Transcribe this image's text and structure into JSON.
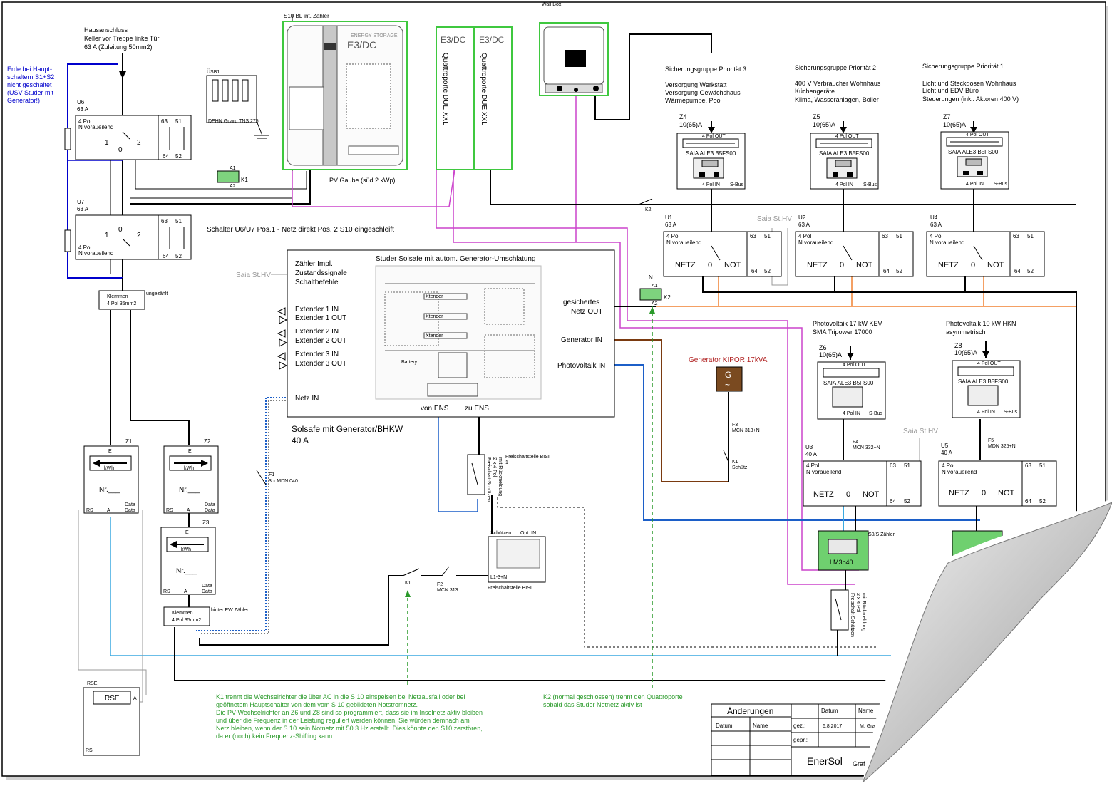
{
  "header": {
    "wallbox": "Wall Box"
  },
  "house_connection": {
    "title": "Hausanschluss",
    "line2": "Keller vor Treppe linke Tür",
    "line3": "63 A (Zuleitung 50mm2)"
  },
  "earth_note": [
    "Erde bei Haupt-",
    "schaltern S1+S2",
    "nicht geschaltet",
    "(USV Studer mit",
    "Generator!)"
  ],
  "usb1": {
    "label": "ÜSB1",
    "caption": "DEHN Guard TNS 275"
  },
  "u6": {
    "name": "U6",
    "rating": "63 A",
    "pole": "4 Pol",
    "n_lead": "N voraueilend",
    "pos": [
      "1",
      "0",
      "2"
    ],
    "contacts": [
      "63",
      "51",
      "64",
      "52"
    ]
  },
  "u7": {
    "name": "U7",
    "rating": "63 A",
    "pole": "4 Pol",
    "n_lead": "N voraueilend",
    "pos": [
      "1",
      "0",
      "2"
    ],
    "contacts": [
      "63",
      "51",
      "64",
      "52"
    ]
  },
  "k1_coil": {
    "label": "K1",
    "a1": "A1",
    "a2": "A2"
  },
  "switch_note": "Schalter U6/U7   Pos.1 - Netz direkt  Pos. 2 S10 eingeschleift",
  "terminal_top": {
    "line1": "Klemmen",
    "line2": "4 Pol 35mm2",
    "side": "ungezählt"
  },
  "s10": {
    "title": "S10 BL int. Zähler",
    "caption": "PV Gaube (süd 2 kWp)",
    "logo": "E3/DC",
    "subtext": "ENERGY STORAGE"
  },
  "quattro": [
    {
      "label": "Quattroporte DUE XXL",
      "logo": "E3/DC"
    },
    {
      "label": "Quattroporte DUE XXL",
      "logo": "E3/DC"
    }
  ],
  "fuse_groups": [
    {
      "title": "Sicherungsgruppe Priorität 3",
      "lines": [
        "Versorgung Werkstatt",
        "Versorgung Gewächshaus",
        "Wärmepumpe, Pool"
      ],
      "z": "Z4",
      "zrating": "10(65)A",
      "meter_out": "4 Pol OUT",
      "meter": "SAIA ALE3 B5FS00",
      "meter_in": "4 Pol IN",
      "sbus": "S-Bus",
      "u": "U1",
      "urating": "63 A"
    },
    {
      "title": "Sicherungsgruppe Priorität 2",
      "lines": [
        "400 V Verbraucher Wohnhaus",
        "Küchengeräte",
        "Klima, Wasseranlagen, Boiler"
      ],
      "z": "Z5",
      "zrating": "10(65)A",
      "meter_out": "4 Pol OUT",
      "meter": "SAIA ALE3 B5FS00",
      "meter_in": "4 Pol IN",
      "sbus": "S-Bus",
      "u": "U2",
      "urating": "63 A"
    },
    {
      "title": "Sicherungsgruppe Priorität 1",
      "lines": [
        "Licht und Steckdosen Wohnhaus",
        "Licht und EDV Büro",
        "Steuerungen (inkl. Aktoren 400 V)"
      ],
      "z": "Z7",
      "zrating": "10(65)A",
      "meter_out": "4 Pol OUT",
      "meter": "SAIA ALE3 B5FS00",
      "meter_in": "4 Pol IN",
      "sbus": "S-Bus",
      "u": "U4",
      "urating": "63 A"
    }
  ],
  "transfer": {
    "pole": "4 Pol",
    "n_lead": "N voraueilend",
    "netz": "NETZ",
    "zero": "0",
    "not": "NOT",
    "contacts": [
      "63",
      "51",
      "64",
      "52"
    ]
  },
  "saia": "Saia St.HV",
  "k2": {
    "label": "K2",
    "n": "N",
    "a1": "A1",
    "a2": "A2"
  },
  "studer": {
    "title": "Studer Solsafe mit autom. Generator-Umschlatung",
    "left": [
      "Zähler Impl.",
      "Zustandssignale",
      "Schaltbefehle"
    ],
    "extenders": [
      "Extender 1 IN",
      "Extender 1 OUT",
      "Extender 2 IN",
      "Extender 2 OUT",
      "Extender 3 IN",
      "Extender 3 OUT"
    ],
    "netz_in": "Netz IN",
    "right": [
      "gesichertes",
      "Netz OUT",
      "Generator IN",
      "Photovoltaik IN"
    ],
    "bottom": [
      "von ENS",
      "zu ENS"
    ],
    "caption1": "Solsafe mit Generator/BHKW",
    "caption2": "40 A",
    "inner": {
      "battery": "Battery",
      "xtender": "Xtender"
    }
  },
  "generator": {
    "title": "Generator KIPOR 17kVA",
    "symbol": "G",
    "wave": "~"
  },
  "f3": {
    "name": "F3",
    "type": "MCN 313+N"
  },
  "k1_gen": {
    "name": "K1",
    "type": "Schütz"
  },
  "pv": [
    {
      "title": "Photovoltaik 17 kW KEV",
      "sub": "SMA Tripower 17000",
      "z": "Z6",
      "zrating": "10(65)A",
      "f": "F4",
      "ftype": "MCN 332+N",
      "u": "U3",
      "urating": "40 A"
    },
    {
      "title": "Photovoltaik 10 kW HKN",
      "sub": "asymmetrisch",
      "z": "Z8",
      "zrating": "10(65)A",
      "f": "F5",
      "ftype": "MDN 325+N",
      "u": "U5",
      "urating": "40 A"
    }
  ],
  "ew_meters": [
    {
      "name": "Z1",
      "e": "E",
      "kwh": "kWh",
      "nr": "Nr.___",
      "rs": "RS",
      "a": "A",
      "data": "Data"
    },
    {
      "name": "Z2",
      "e": "E",
      "kwh": "kWh",
      "nr": "Nr.___",
      "rs": "RS",
      "a": "A",
      "data": "Data"
    },
    {
      "name": "Z3",
      "e": "E",
      "kwh": "kWh",
      "nr": "Nr.___",
      "rs": "RS",
      "a": "A",
      "data": "Data"
    }
  ],
  "terminal_bottom": {
    "line1": "Klemmen",
    "line2": "4 Pol 35mm2",
    "side": "hinter EW Zähler"
  },
  "f1": {
    "name": "F1",
    "type": "3 x MDN 040"
  },
  "freischalt": {
    "title": "Freischaltstelle BISI",
    "index": "1",
    "vertical": [
      "Freischalt-Schützen",
      "2 x 4 Pol",
      "mit Rückmeldung"
    ],
    "box_top1": "Schützen",
    "box_top2": "Opt. IN",
    "box_bottom": "L1-3+N",
    "caption": "Freischaltstelle BISI"
  },
  "k1_bottom": {
    "name": "K1"
  },
  "f2": {
    "name": "F2",
    "type": "MCN 313"
  },
  "rse": {
    "title": "RSE",
    "label": "RSE",
    "a": "A",
    "rs": "RS"
  },
  "lm": {
    "label": "LM3p40",
    "note": "S0/S Zähler"
  },
  "notes": {
    "k1": [
      "K1 trennt die Wechselrichter die über AC in die S 10 einspeisen bei Netzausfall oder bei",
      "geöffnetem Hauptschalter von dem vom S 10 gebildeten Notstromnetz.",
      "Die PV-Wechselrichter an Z6 und Z8 sind so programmiert, dass sie im Inselnetz aktiv bleiben",
      "und über die Frequenz in der Leistung reguliert werden können. Sie würden demnach am",
      "Netz bleiben, wenn der S 10 sein Notnetz mit 50.3 Hz erstellt. Dies könnte den S10 zerstören,",
      "da er (noch) kein Frequenz-Shifting kann."
    ],
    "k2": [
      "K2 (normal geschlossen) trennt den Quattroporte",
      "sobald das Studer Notnetz aktiv ist"
    ]
  },
  "title_block": {
    "changes": "Änderungen",
    "datum": "Datum",
    "name": "Name",
    "col_datum": "Datum",
    "col_name": "Name",
    "gez": "gez.:",
    "gez_date": "6.8.2017",
    "gez_name": "M. Graf",
    "gepr": "gepr.:",
    "company": "EnerSol",
    "company_sub": "Graf A"
  },
  "colors": {
    "blue": "#1c5fc8",
    "light_blue": "#3aa9e0",
    "magenta": "#cc44cc",
    "orange": "#f08030",
    "brown": "#7a3a10",
    "green": "#2a9a2a",
    "note_green": "#2a9a2a",
    "gray": "#999999",
    "earth_blue": "#0000cc",
    "red_title": "#b02020"
  }
}
